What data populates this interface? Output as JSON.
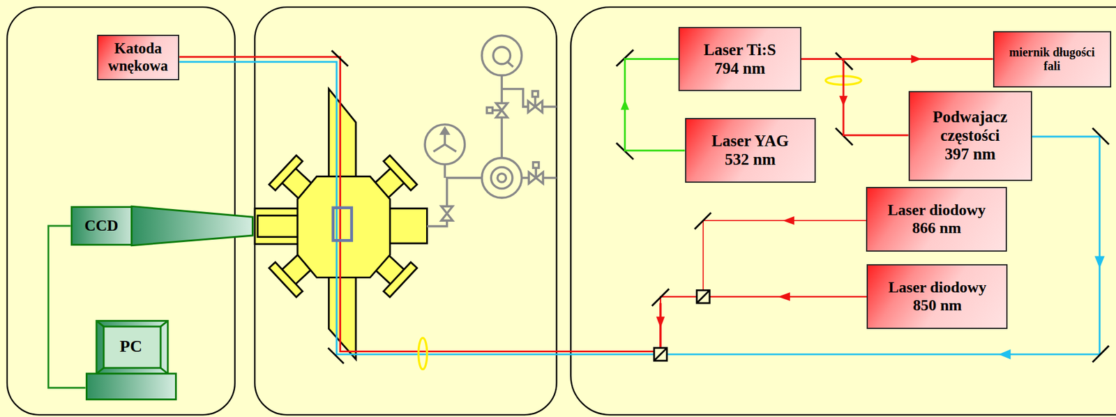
{
  "diagram": {
    "nodes": [
      {
        "text": [
          "Katoda wnękowa"
        ]
      },
      {
        "text": [
          "CCD"
        ]
      },
      {
        "text": [
          "PC"
        ]
      },
      {
        "text": [
          "Laser Ti:S",
          "794 nm"
        ]
      },
      {
        "text": [
          "miernik długości fali"
        ]
      },
      {
        "text": [
          "Laser YAG",
          "532 nm"
        ]
      },
      {
        "text": [
          "Podwajacz częstości",
          "397 nm"
        ]
      },
      {
        "text": [
          "Laser diodowy",
          "866 nm"
        ]
      },
      {
        "text": [
          "Laser diodowy",
          "850 nm"
        ]
      }
    ],
    "edges": [
      {
        "from": 3,
        "to": 4,
        "arrow": "to"
      },
      {
        "from": 3,
        "to": 6,
        "arrow": "to"
      },
      {
        "from": 5,
        "to": 3,
        "arrow": "to"
      },
      {
        "from": 1,
        "to": 2,
        "arrow": "none"
      }
    ]
  }
}
